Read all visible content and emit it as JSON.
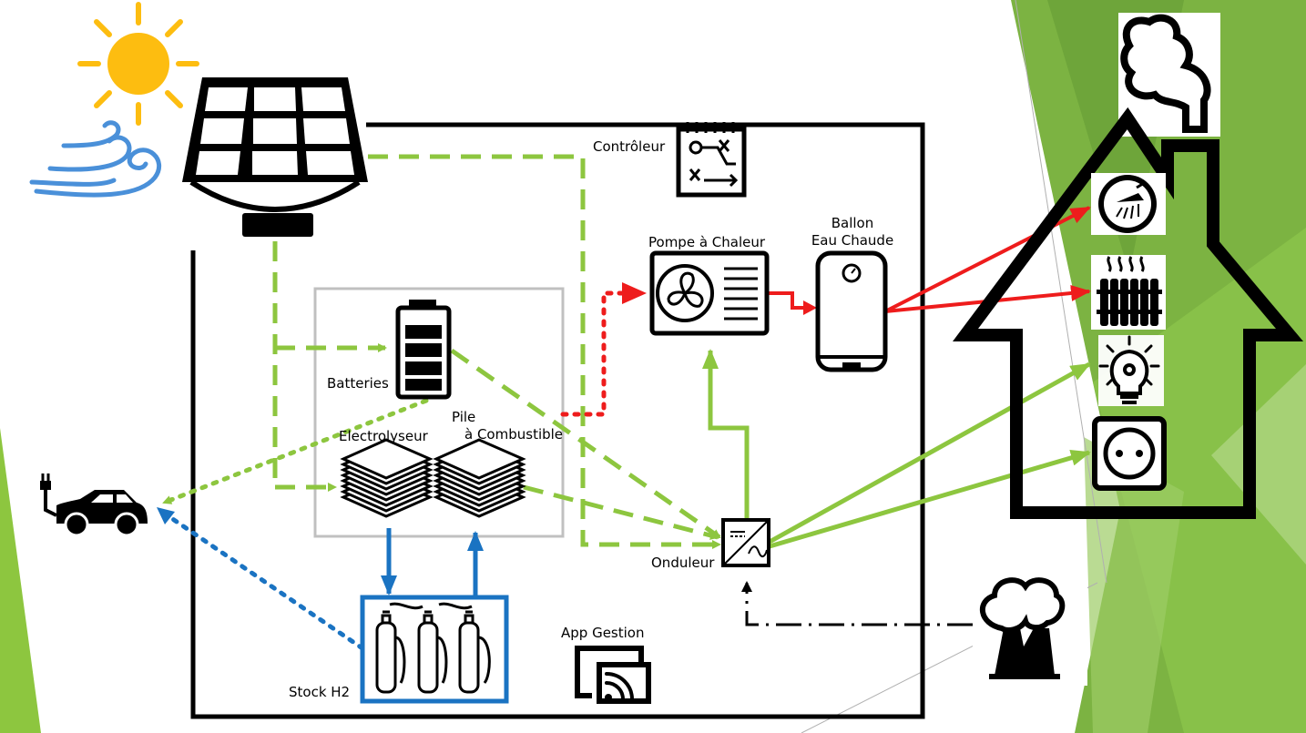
{
  "labels": {
    "controleur": "Contrôleur",
    "pompe": "Pompe à Chaleur",
    "ballon_line1": "Ballon",
    "ballon_line2": "Eau Chaude",
    "batteries": "Batteries",
    "electrolyseur": "Electrolyseur",
    "pile_line1": "Pile",
    "pile_line2": "à Combustible",
    "onduleur": "Onduleur",
    "stock": "Stock H2",
    "app": "App Gestion"
  },
  "colors": {
    "green_flow": "#8dc63f",
    "red_flow": "#ee1c1c",
    "blue_flow": "#1a73c2",
    "sun": "#fdbd10",
    "wind": "#4a90d9",
    "box_gray": "#c0c0c0",
    "stock_border": "#1a73c2"
  }
}
